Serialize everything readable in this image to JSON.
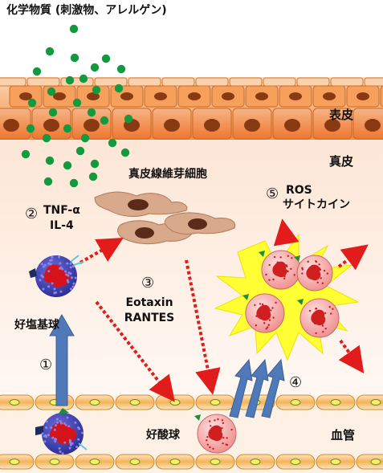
{
  "title": "化学物質 (刺激物、アレルゲン)",
  "layers": {
    "epidermis": "表皮",
    "dermis": "真皮",
    "blood_vessel": "血管"
  },
  "cells": {
    "fibroblast": "真皮線維芽細胞",
    "basophil": "好塩基球",
    "eosinophil": "好酸球"
  },
  "steps": [
    {
      "marker": "①",
      "lines": []
    },
    {
      "marker": "②",
      "lines": [
        "TNF-α",
        "IL-4"
      ]
    },
    {
      "marker": "③",
      "lines": [
        "Eotaxin",
        "RANTES"
      ]
    },
    {
      "marker": "④",
      "lines": []
    },
    {
      "marker": "⑤",
      "lines": [
        "ROS",
        "サイトカイン"
      ]
    }
  ],
  "colors": {
    "chemical_dot": "#119a3e",
    "epidermis_cell": "#f2944a",
    "epidermis_nucleus": "#8a3a12",
    "dermis_bg": "#fdeee4",
    "vessel_cell": "#f5b04a",
    "basophil_body": "#3c3fb0",
    "basophil_nucleus": "#d4131b",
    "eosinophil_body": "#f0a0a0",
    "eosinophil_granule": "#d11a1a",
    "red_arrow": "#e21b1b",
    "blue_arrow": "#4f79b8",
    "burst": "#ffff33"
  }
}
